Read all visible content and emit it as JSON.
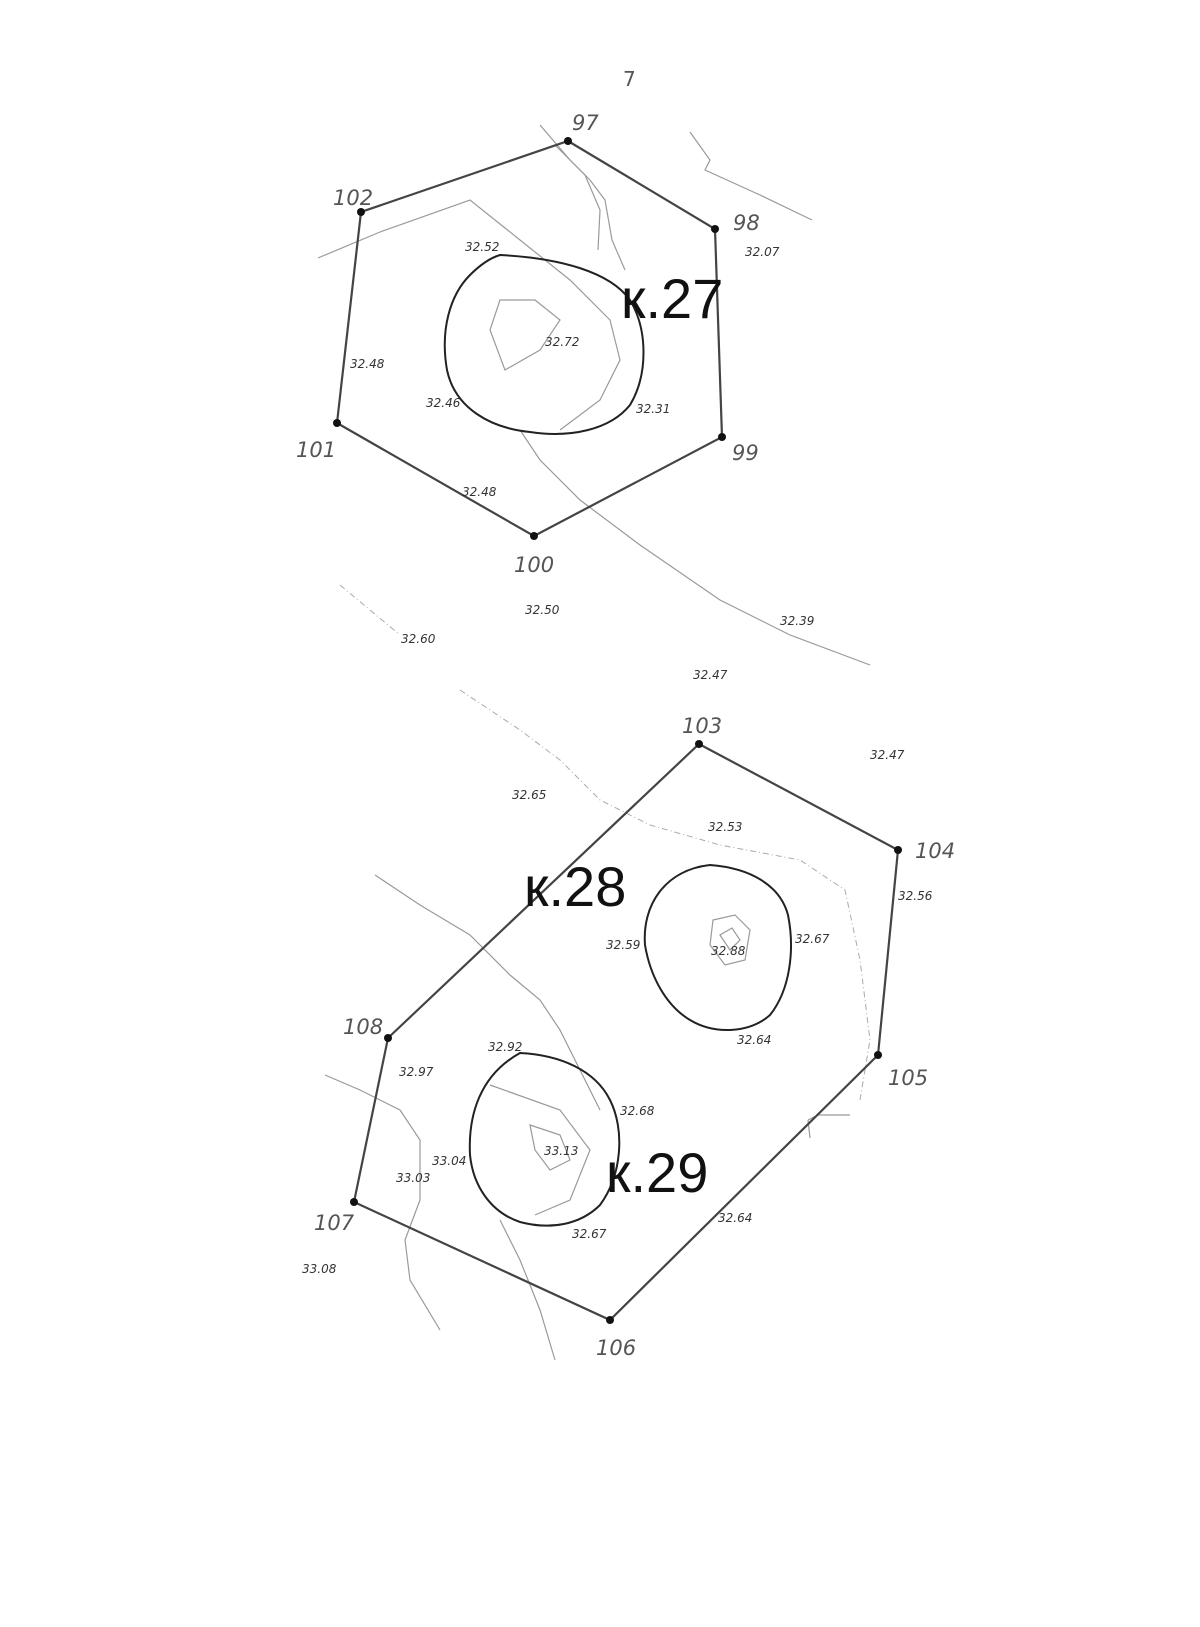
{
  "page_number": "7",
  "kurgans": [
    {
      "label": "к.27"
    },
    {
      "label": "к.28"
    },
    {
      "label": "к.29"
    }
  ],
  "boundary_points": [
    "97",
    "98",
    "99",
    "100",
    "101",
    "102",
    "103",
    "104",
    "105",
    "106",
    "107",
    "108"
  ],
  "elevations": {
    "e1": "32.07",
    "e2": "32.52",
    "e3": "32.72",
    "e4": "32.48",
    "e5": "32.46",
    "e6": "32.31",
    "e7": "32.48",
    "e8": "32.50",
    "e9": "32.60",
    "e10": "32.39",
    "e11": "32.47",
    "e12": "32.47",
    "e13": "32.65",
    "e14": "32.53",
    "e15": "32.56",
    "e16": "32.59",
    "e17": "32.88",
    "e18": "32.67",
    "e19": "32.64",
    "e20": "32.92",
    "e21": "32.97",
    "e22": "32.68",
    "e23": "33.13",
    "e24": "33.04",
    "e25": "33.03",
    "e26": "32.67",
    "e27": "32.64",
    "e28": "33.08"
  }
}
